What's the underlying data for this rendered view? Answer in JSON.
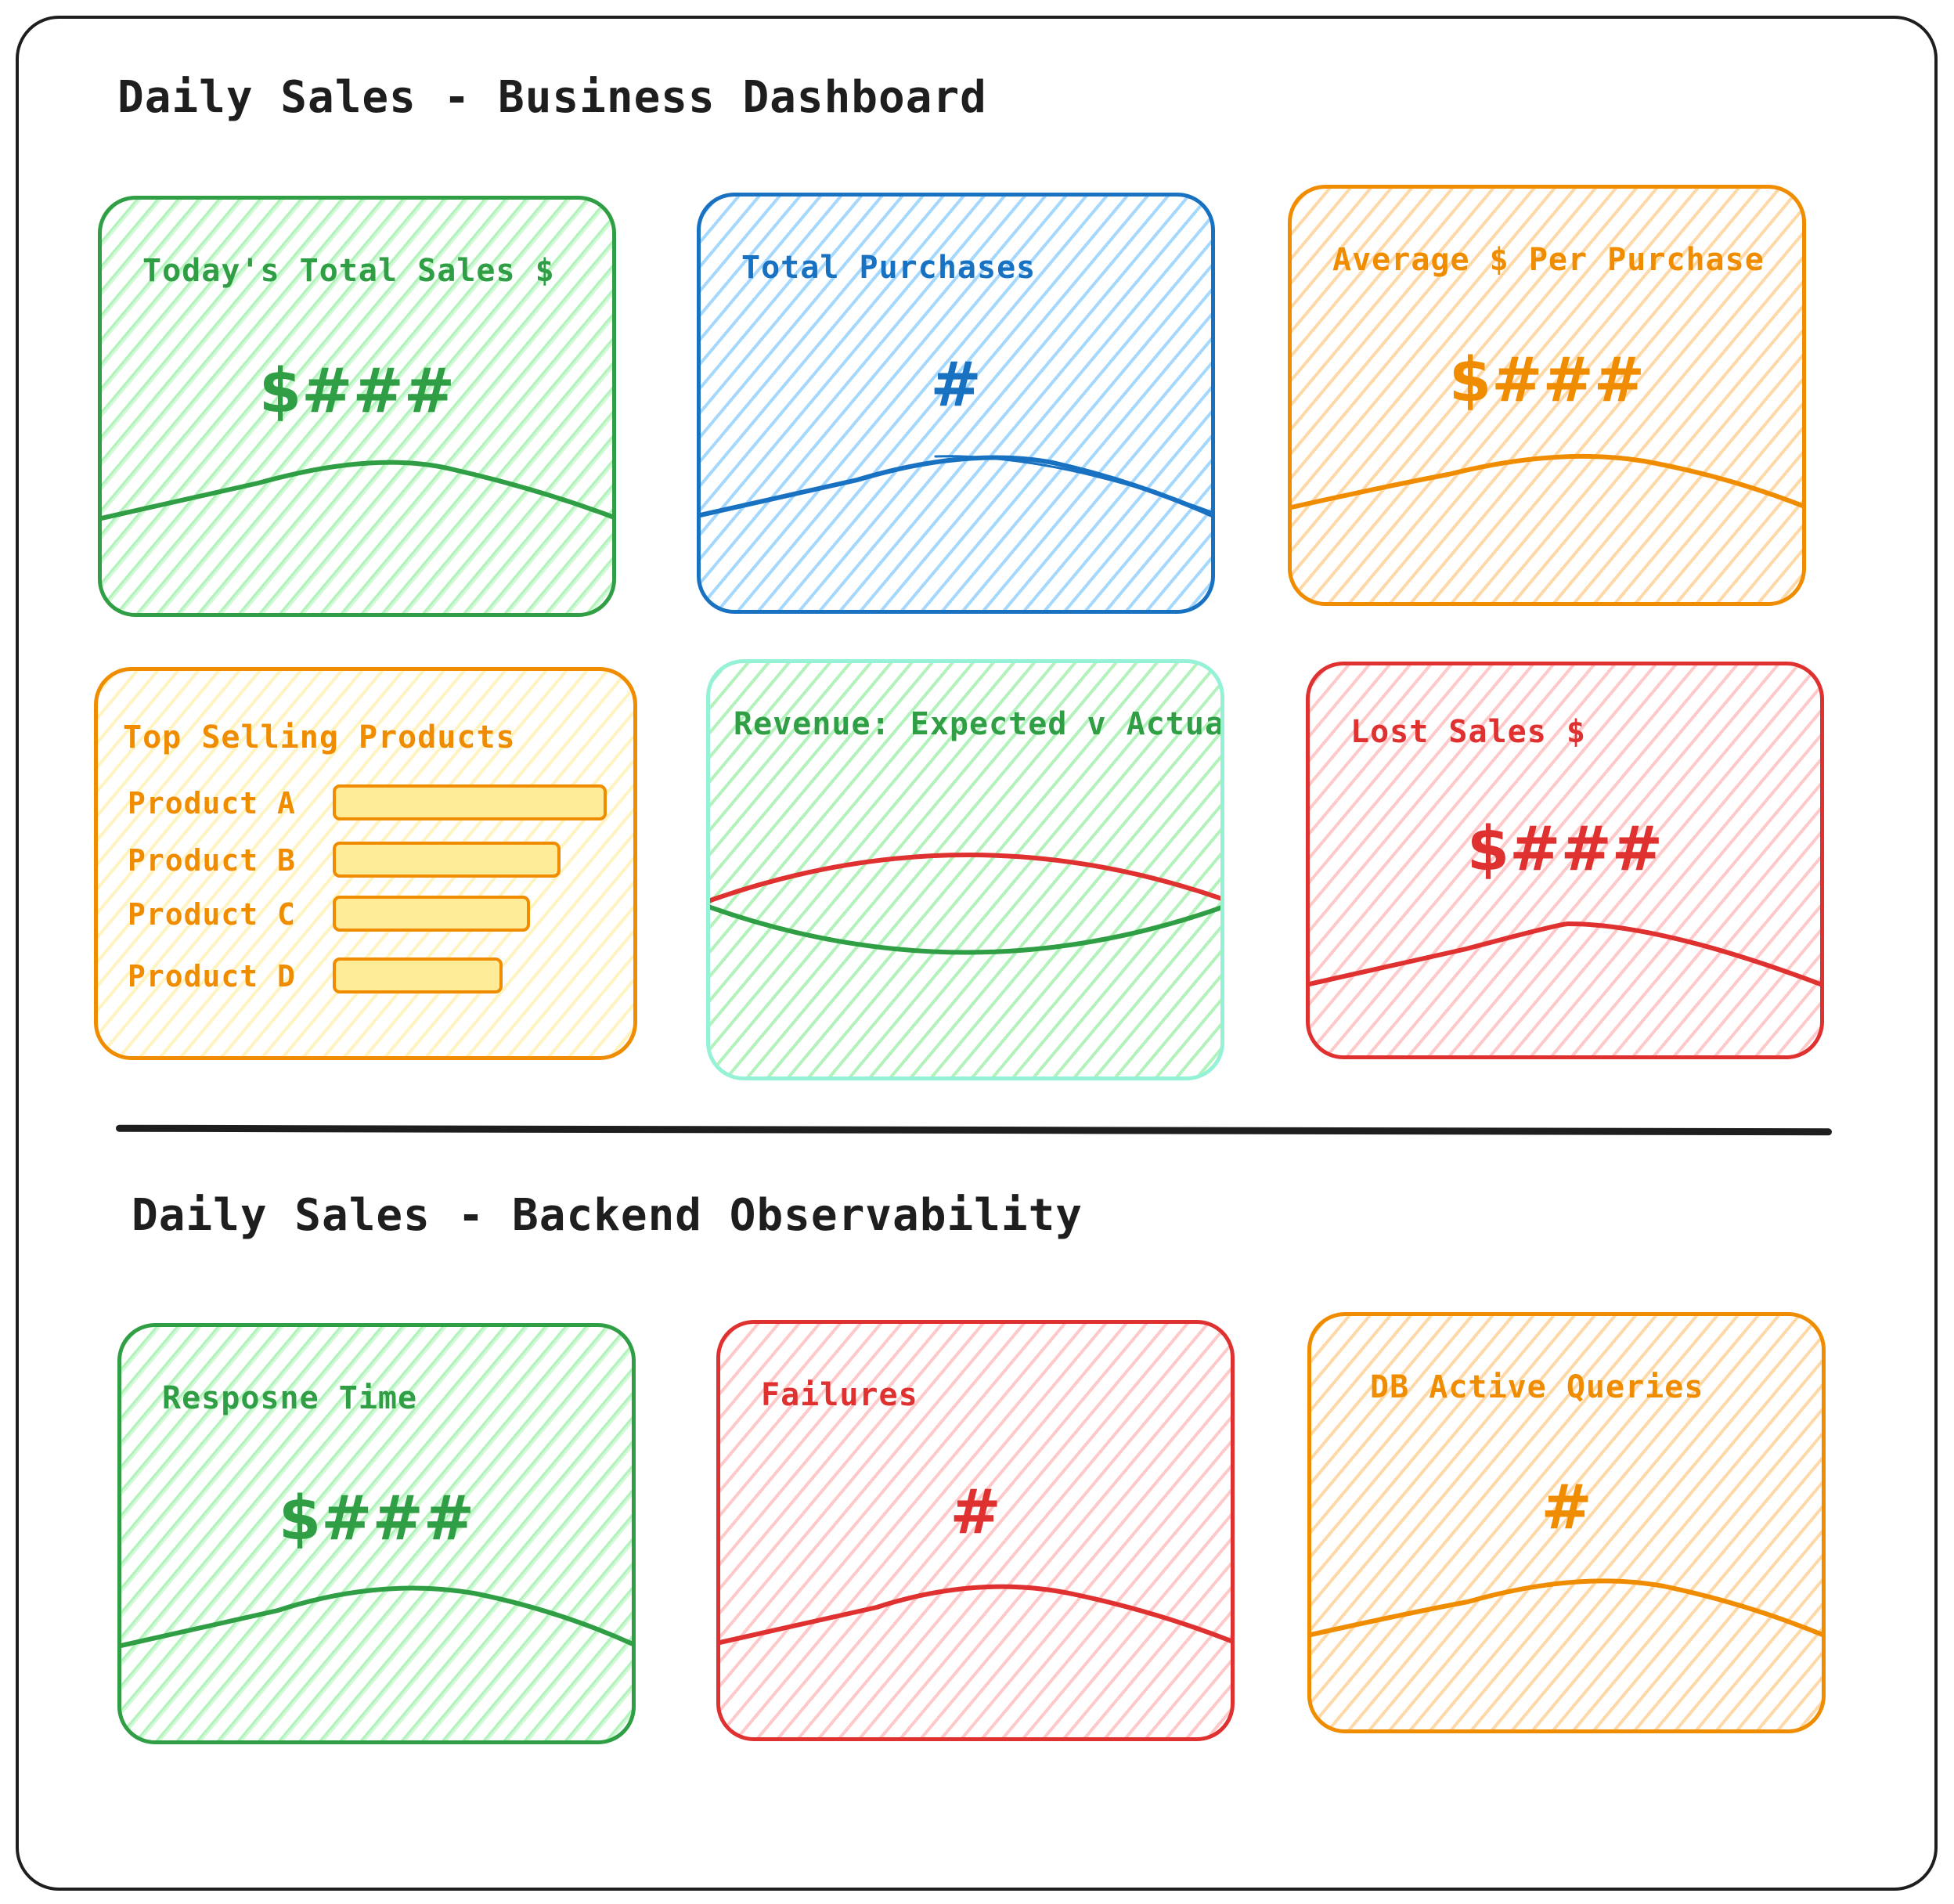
{
  "business": {
    "title": "Daily Sales - Business Dashboard",
    "cards": {
      "total_sales": {
        "label": "Today's Total Sales $",
        "value": "$###"
      },
      "total_purchases": {
        "label": "Total Purchases",
        "value": "#"
      },
      "avg_per_purchase": {
        "label": "Average $ Per Purchase",
        "value": "$###"
      },
      "top_products": {
        "label": "Top Selling Products",
        "products": [
          {
            "name": "Product A",
            "value": 1.0
          },
          {
            "name": "Product B",
            "value": 0.83
          },
          {
            "name": "Product C",
            "value": 0.72
          },
          {
            "name": "Product D",
            "value": 0.62
          }
        ]
      },
      "revenue": {
        "label": "Revenue: Expected v Actual"
      },
      "lost_sales": {
        "label": "Lost Sales $",
        "value": "$###"
      }
    }
  },
  "backend": {
    "title": "Daily Sales - Backend Observability",
    "cards": {
      "response_time": {
        "label": "Resposne Time",
        "value": "$###"
      },
      "failures": {
        "label": "Failures",
        "value": "#"
      },
      "db_queries": {
        "label": "DB Active Queries",
        "value": "#"
      }
    }
  },
  "colors": {
    "green": "#2f9e44",
    "blue": "#1971c2",
    "orange": "#f08c00",
    "red": "#e03131",
    "mint": "#96f2d7",
    "ink": "#1e1e1e"
  }
}
